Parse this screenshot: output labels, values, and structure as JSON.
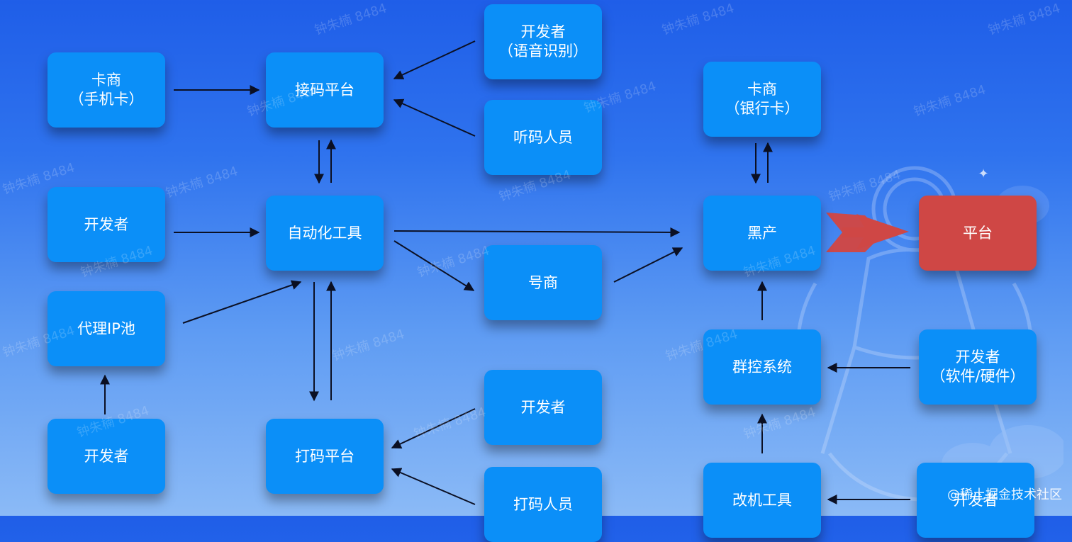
{
  "nodes": {
    "card_merchant_phone": {
      "line1": "卡商",
      "line2": "（手机卡）"
    },
    "code_receiving_platform": {
      "label": "接码平台"
    },
    "developer_speech": {
      "line1": "开发者",
      "line2": "（语音识别）"
    },
    "code_listener": {
      "label": "听码人员"
    },
    "developer_top": {
      "label": "开发者"
    },
    "automation_tool": {
      "label": "自动化工具"
    },
    "proxy_ip_pool": {
      "label": "代理IP池"
    },
    "developer_bottom_left": {
      "label": "开发者"
    },
    "account_merchant": {
      "label": "号商"
    },
    "captcha_platform": {
      "label": "打码平台"
    },
    "developer_captcha": {
      "label": "开发者"
    },
    "captcha_worker": {
      "label": "打码人员"
    },
    "card_merchant_bank": {
      "line1": "卡商",
      "line2": "（银行卡）"
    },
    "black_industry": {
      "label": "黑产"
    },
    "platform": {
      "label": "平台"
    },
    "group_control_system": {
      "label": "群控系统"
    },
    "developer_software_hardware": {
      "line1": "开发者",
      "line2": "（软件/硬件）"
    },
    "device_modification_tool": {
      "label": "改机工具"
    },
    "developer_bottom_right": {
      "label": "开发者"
    }
  },
  "watermarks": {
    "text": "钟朱楠 8484"
  },
  "footer": {
    "credit": "@稀土掘金技术社区"
  },
  "colors": {
    "node_blue": "#0b8ff8",
    "node_red": "#cf4745",
    "connector": "#0b1024"
  }
}
